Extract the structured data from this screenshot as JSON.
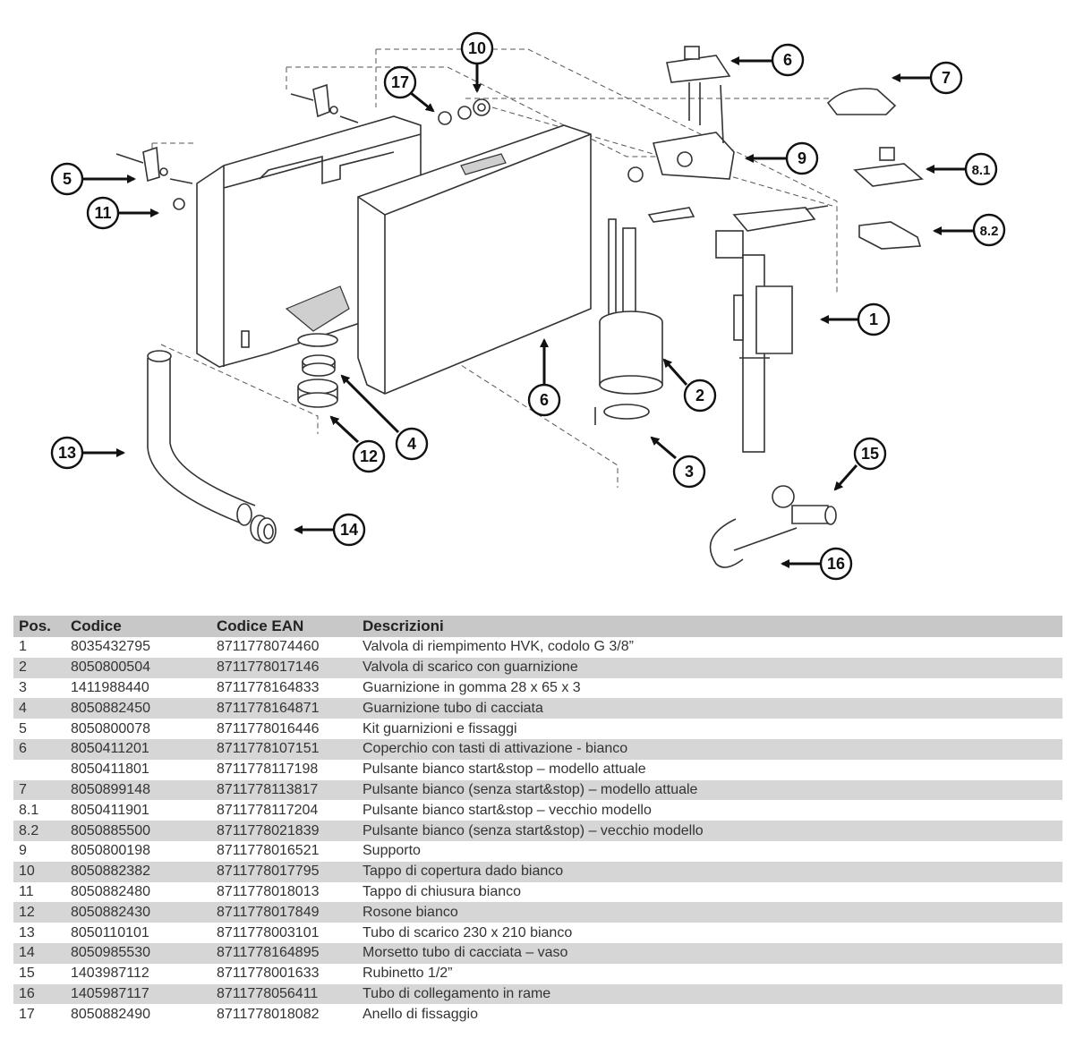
{
  "callouts": [
    "1",
    "2",
    "3",
    "4",
    "5",
    "6",
    "6",
    "7",
    "8.1",
    "8.2",
    "9",
    "10",
    "11",
    "12",
    "13",
    "14",
    "15",
    "16",
    "17"
  ],
  "table": {
    "headers": [
      "Pos.",
      "Codice",
      "Codice EAN",
      "Descrizioni"
    ],
    "rows": [
      {
        "pos": "1",
        "code": "8035432795",
        "ean": "8711778074460",
        "desc": "Valvola di riempimento HVK, codolo G 3/8”"
      },
      {
        "pos": "2",
        "code": "8050800504",
        "ean": "8711778017146",
        "desc": "Valvola di scarico con guarnizione"
      },
      {
        "pos": "3",
        "code": "1411988440",
        "ean": "8711778164833",
        "desc": "Guarnizione in gomma 28 x 65 x 3"
      },
      {
        "pos": "4",
        "code": "8050882450",
        "ean": "8711778164871",
        "desc": "Guarnizione tubo di cacciata"
      },
      {
        "pos": "5",
        "code": "8050800078",
        "ean": "8711778016446",
        "desc": "Kit guarnizioni e fissaggi"
      },
      {
        "pos": "6",
        "code": "8050411201",
        "ean": "8711778107151",
        "desc": "Coperchio con tasti di attivazione - bianco"
      },
      {
        "pos": "",
        "code": "8050411801",
        "ean": "8711778117198",
        "desc": "Pulsante bianco start&stop – modello attuale"
      },
      {
        "pos": "7",
        "code": "8050899148",
        "ean": "8711778113817",
        "desc": "Pulsante bianco (senza start&stop) – modello attuale"
      },
      {
        "pos": "8.1",
        "code": "8050411901",
        "ean": "8711778117204",
        "desc": "Pulsante bianco start&stop – vecchio modello"
      },
      {
        "pos": "8.2",
        "code": "8050885500",
        "ean": "8711778021839",
        "desc": "Pulsante bianco (senza start&stop) – vecchio modello"
      },
      {
        "pos": "9",
        "code": "8050800198",
        "ean": "8711778016521",
        "desc": "Supporto"
      },
      {
        "pos": "10",
        "code": "8050882382",
        "ean": "8711778017795",
        "desc": "Tappo di copertura dado bianco"
      },
      {
        "pos": "11",
        "code": "8050882480",
        "ean": "8711778018013",
        "desc": "Tappo di chiusura bianco"
      },
      {
        "pos": "12",
        "code": "8050882430",
        "ean": "8711778017849",
        "desc": "Rosone bianco"
      },
      {
        "pos": "13",
        "code": "8050110101",
        "ean": "8711778003101",
        "desc": "Tubo di scarico 230 x 210 bianco"
      },
      {
        "pos": "14",
        "code": "8050985530",
        "ean": "8711778164895",
        "desc": "Morsetto tubo di cacciata – vaso"
      },
      {
        "pos": "15",
        "code": "1403987112",
        "ean": "8711778001633",
        "desc": "Rubinetto 1/2”"
      },
      {
        "pos": "16",
        "code": "1405987117",
        "ean": "8711778056411",
        "desc": "Tubo di collegamento in rame"
      },
      {
        "pos": "17",
        "code": "8050882490",
        "ean": "8711778018082",
        "desc": "Anello di fissaggio"
      }
    ]
  }
}
